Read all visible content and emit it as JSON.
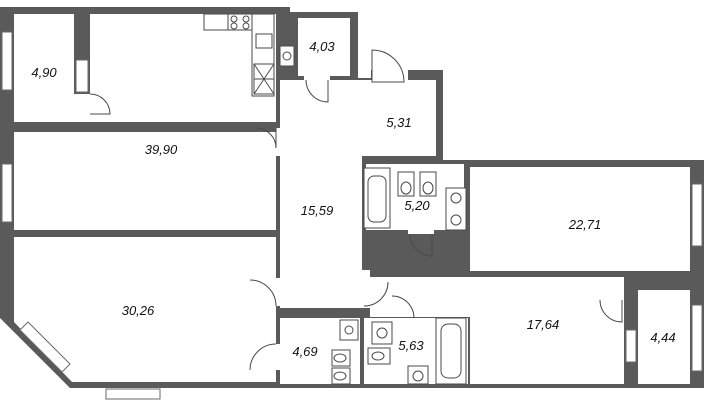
{
  "rooms": [
    {
      "id": "storage-left",
      "area": "4,90"
    },
    {
      "id": "living-kitchen",
      "area": "39,90"
    },
    {
      "id": "wc-top",
      "area": "4,03"
    },
    {
      "id": "hall-top",
      "area": "5,31"
    },
    {
      "id": "corridor",
      "area": "15,59"
    },
    {
      "id": "bathroom-middle",
      "area": "5,20"
    },
    {
      "id": "bedroom-right",
      "area": "22,71"
    },
    {
      "id": "bedroom-left",
      "area": "30,26"
    },
    {
      "id": "wc-bottom",
      "area": "4,69"
    },
    {
      "id": "bathroom-bottom",
      "area": "5,63"
    },
    {
      "id": "bedroom-bottom",
      "area": "17,64"
    },
    {
      "id": "storage-right",
      "area": "4,44"
    }
  ]
}
